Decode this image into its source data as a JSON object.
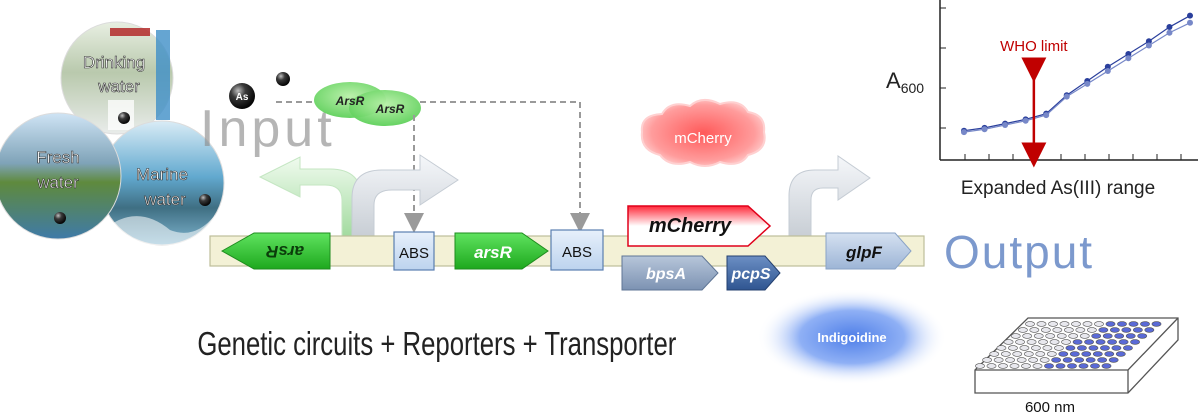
{
  "input_label": "Input",
  "output_label": "Output",
  "bottom_title": "Genetic circuits + Reporters + Transporter",
  "water_sources": {
    "drinking": "Drinking water",
    "drinking_line1": "Drinking",
    "drinking_line2": "water",
    "fresh_line1": "Fresh",
    "fresh_line2": "water",
    "marine_line1": "Marine",
    "marine_line2": "water"
  },
  "arsenic_label": "As",
  "arsr_protein_1": "ArsR",
  "arsr_protein_2": "ArsR",
  "genes": {
    "arsR_reverse": "arsR",
    "abs_1": "ABS",
    "arsR_forward": "arsR",
    "abs_2": "ABS",
    "mCherry": "mCherry",
    "bpsA": "bpsA",
    "pcpS": "pcpS",
    "glpF": "glpF"
  },
  "reporters": {
    "mcherry_cloud": "mCherry",
    "indigoidine_cloud": "Indigoidine"
  },
  "plate_label": "600 nm",
  "colors": {
    "green_gene": "#22bb22",
    "red_gene": "#e0001a",
    "blue_gene": "#5a7fb0",
    "light_blue_gene": "#9fb6d8",
    "backbone": "#f3f1d6",
    "who_red": "#c00000"
  },
  "chart_data": {
    "type": "line",
    "title": "",
    "xlabel": "Expanded As(III) range",
    "ylabel": "A600",
    "ylabel_main": "A",
    "ylabel_sub": "600",
    "annotation": "WHO limit",
    "annotation_x": 4.4,
    "xlim": [
      0,
      10
    ],
    "ylim": [
      0,
      10
    ],
    "grid": false,
    "series": [
      {
        "values": [
          [
            1,
            1.5
          ],
          [
            2,
            1.7
          ],
          [
            3,
            2.0
          ],
          [
            4,
            2.3
          ],
          [
            5,
            2.7
          ],
          [
            6,
            4.0
          ],
          [
            7,
            5.0
          ],
          [
            8,
            6.0
          ],
          [
            9,
            6.9
          ],
          [
            10,
            7.8
          ],
          [
            11,
            8.8
          ],
          [
            12,
            9.6
          ]
        ]
      },
      {
        "values": [
          [
            1,
            1.4
          ],
          [
            2,
            1.6
          ],
          [
            3,
            1.9
          ],
          [
            4,
            2.2
          ],
          [
            5,
            2.6
          ],
          [
            6,
            3.9
          ],
          [
            7,
            4.8
          ],
          [
            8,
            5.7
          ],
          [
            9,
            6.6
          ],
          [
            10,
            7.5
          ],
          [
            11,
            8.4
          ],
          [
            12,
            9.1
          ]
        ]
      }
    ]
  }
}
